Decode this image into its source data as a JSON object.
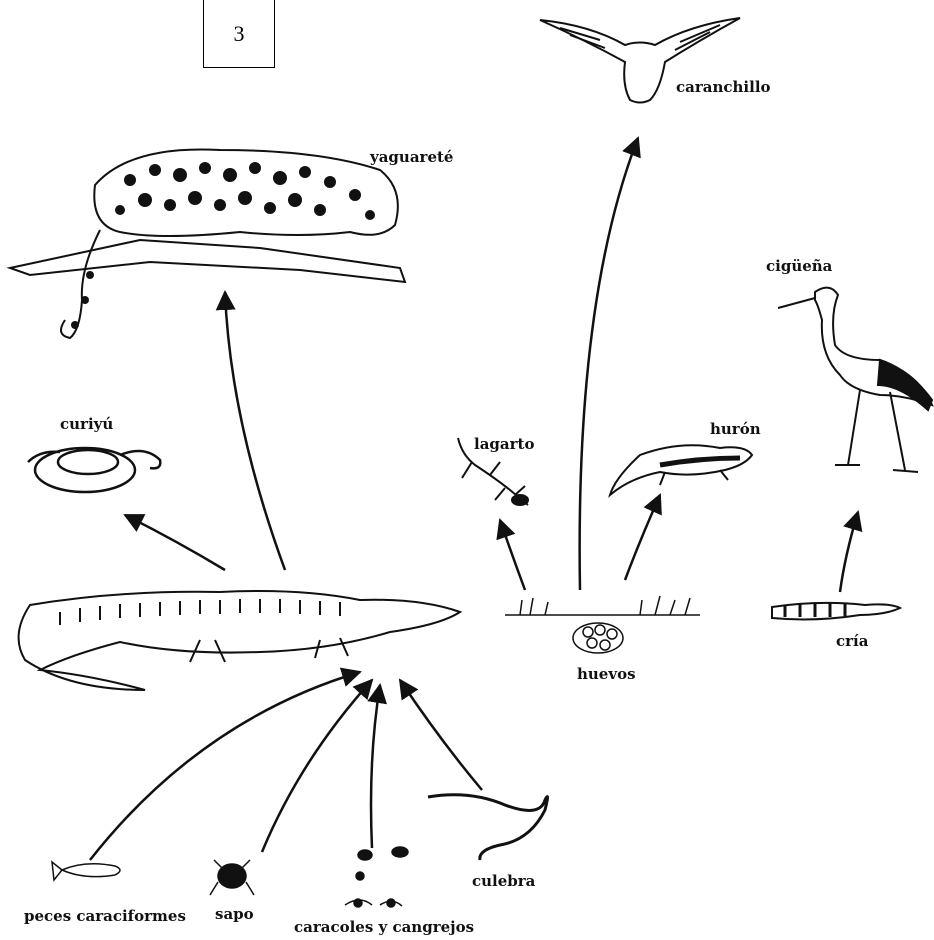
{
  "figure_number": "3",
  "labels": {
    "yaguarete": "yaguareté",
    "caranchillo": "caranchillo",
    "ciguena": "cigüeña",
    "curiyu": "curiyú",
    "lagarto": "lagarto",
    "huron": "hurón",
    "huevos": "huevos",
    "cria": "cría",
    "peces": "peces caraciformes",
    "sapo": "sapo",
    "caracoles": "caracoles y cangrejos",
    "culebra": "culebra"
  },
  "colors": {
    "ink": "#111111",
    "background": "#ffffff"
  }
}
